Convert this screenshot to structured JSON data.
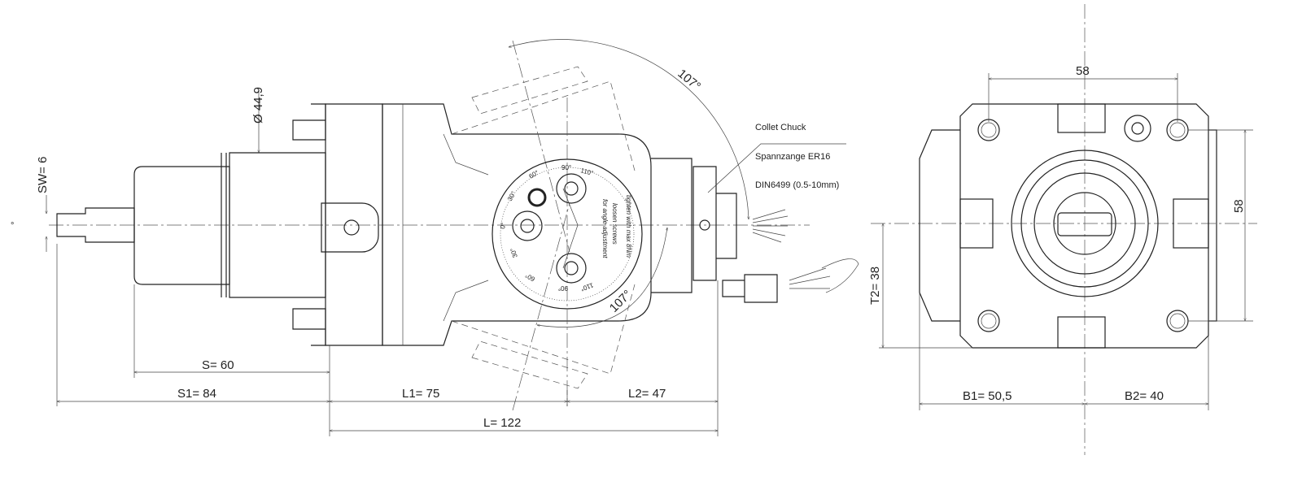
{
  "side_view": {
    "diameter_label": "Ø 44,9",
    "sw_label": "SW= 6",
    "s_label": "S=  60",
    "s1_label": "S1=  84",
    "l1_label": "L1=    75",
    "l2_label": "L2=    47",
    "l_label": "L=    122",
    "angle_top": "107°",
    "angle_bottom": "107°",
    "degree_mark": "°",
    "dial": {
      "ticks": [
        "0°",
        "30°",
        "60°",
        "90°",
        "110°",
        "30°",
        "60°",
        "90°",
        "110°"
      ],
      "note_1": "for angle adjustment",
      "note_2": "loosen screws",
      "note_3": "tighten with max 8Nm"
    },
    "collet": {
      "line_1": "Collet Chuck",
      "line_2": "Spannzange ER16",
      "line_3": "DIN6499 (0.5-10mm)"
    }
  },
  "front_view": {
    "width_label": "58",
    "height_label": "58",
    "t2_label": "T2=  38",
    "b1_label": "B1=    50,5",
    "b2_label": "B2=    40"
  }
}
